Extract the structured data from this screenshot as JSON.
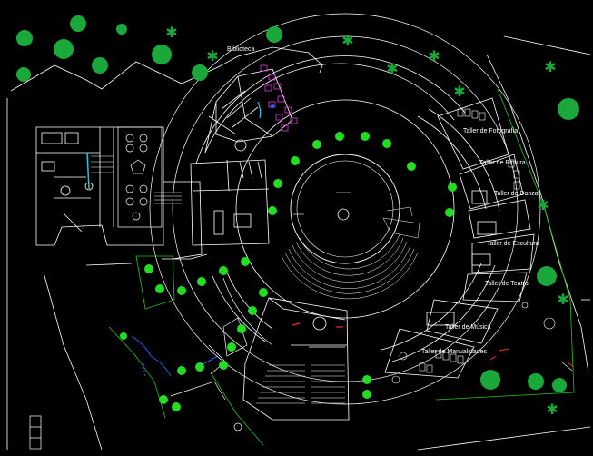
{
  "drawing": {
    "labels": {
      "biblioteca": "Biblioteca",
      "taller_fotografia": "Taller de Fotografía",
      "taller_pintura": "Taller de Pintura",
      "taller_danza": "Taller de Danza",
      "taller_escultura": "Taller de Escultura",
      "taller_teatro": "Taller de Teatro",
      "taller_musica": "Taller de Música",
      "taller_manualidades": "Taller de Manualidades"
    },
    "colors": {
      "background": "#000000",
      "walls": "#ffffff",
      "trees": "#1aa83a",
      "shrubs": "#22dd22",
      "green_zone_line": "#22c422",
      "water": "#2f5cff",
      "furniture_magenta": "#e040e0",
      "furniture_red": "#ff2a2a",
      "cyan_detail": "#19c9e6",
      "blue_detail": "#2d6bff"
    }
  }
}
